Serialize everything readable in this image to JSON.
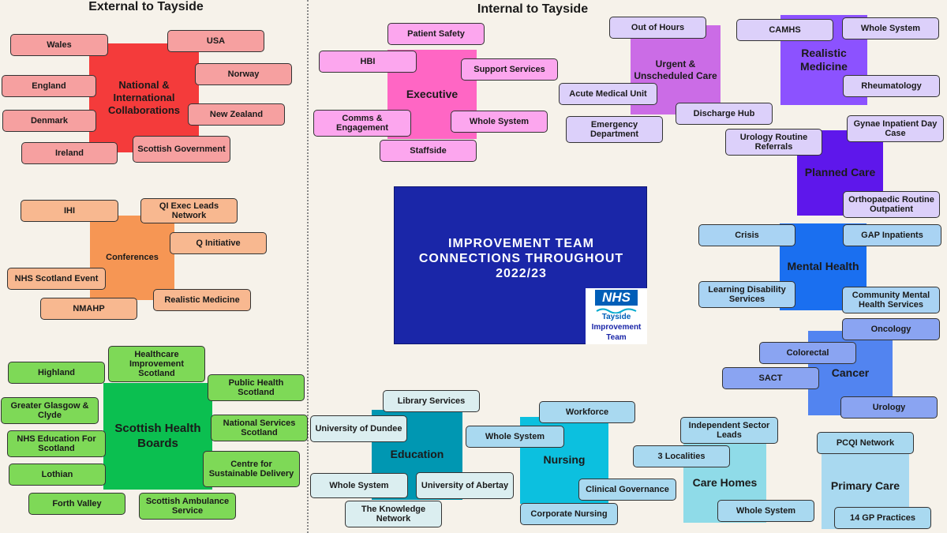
{
  "headings": {
    "external": "External to Tayside",
    "internal": "Internal to Tayside"
  },
  "center": {
    "title_lines": [
      "IMPROVEMENT TEAM",
      "CONNECTIONS THROUGHOUT",
      "2022/23"
    ]
  },
  "logo": {
    "mark": "NHS",
    "org": "Tayside",
    "unit_line1": "Improvement",
    "unit_line2": "Team"
  },
  "colors": {
    "national": "#f43b3b",
    "national_leaf": "#f6a0a0",
    "conferences": "#f69654",
    "conferences_leaf": "#f8b890",
    "boards": "#0bbf50",
    "boards_leaf": "#7ed957",
    "executive": "#ff66c4",
    "executive_leaf": "#fca6ee",
    "urgent": "#cb6ce6",
    "urgent_leaf": "#dcd0fa",
    "realistic": "#8c52ff",
    "realistic_leaf": "#dcd0fa",
    "planned": "#5e17eb",
    "planned_leaf": "#dcd0fa",
    "mental": "#1a6ff0",
    "mental_leaf": "#a9d3f3",
    "cancer": "#5284f0",
    "cancer_leaf": "#8aa4f2",
    "education": "#0097b2",
    "education_leaf": "#dbeef0",
    "nursing": "#0cc0df",
    "nursing_leaf": "#a9d9f0",
    "carehomes": "#8fdbe8",
    "carehomes_leaf": "#a9d9f0",
    "primary": "#a9d9f0",
    "primary_leaf": "#a9d9f0"
  },
  "groups": {
    "national": {
      "label": "National & International Collaborations",
      "items": [
        "Wales",
        "USA",
        "England",
        "Norway",
        "Denmark",
        "New Zealand",
        "Ireland",
        "Scottish Government"
      ]
    },
    "conferences": {
      "label": "Conferences",
      "items": [
        "IHI",
        "QI Exec Leads Network",
        "Q Initiative",
        "NHS Scotland Event",
        "Realistic Medicine",
        "NMAHP"
      ]
    },
    "boards": {
      "label": "Scottish Health Boards",
      "items": [
        "Highland",
        "Healthcare Improvement Scotland",
        "Public Health Scotland",
        "Greater Glasgow & Clyde",
        "National Services Scotland",
        "NHS Education For Scotland",
        "Centre for Sustainable Delivery",
        "Lothian",
        "Forth Valley",
        "Scottish Ambulance Service"
      ]
    },
    "executive": {
      "label": "Executive",
      "items": [
        "Patient Safety",
        "HBI",
        "Support Services",
        "Comms & Engagement",
        "Whole System",
        "Staffside"
      ]
    },
    "urgent": {
      "label": "Urgent & Unscheduled Care",
      "items": [
        "Out of Hours",
        "Acute Medical Unit",
        "Discharge Hub",
        "Emergency Department"
      ]
    },
    "realistic": {
      "label": "Realistic Medicine",
      "items": [
        "CAMHS",
        "Whole System",
        "Rheumatology"
      ]
    },
    "planned": {
      "label": "Planned Care",
      "items": [
        "Urology Routine Referrals",
        "Gynae Inpatient Day Case",
        "Orthopaedic Routine Outpatient"
      ]
    },
    "mental": {
      "label": "Mental Health",
      "items": [
        "Crisis",
        "GAP Inpatients",
        "Learning Disability Services",
        "Community Mental Health Services"
      ]
    },
    "cancer": {
      "label": "Cancer",
      "items": [
        "Oncology",
        "Colorectal",
        "SACT",
        "Urology"
      ]
    },
    "education": {
      "label": "Education",
      "items": [
        "Library Services",
        "University of Dundee",
        "Whole System",
        "University of Abertay",
        "The Knowledge Network"
      ]
    },
    "nursing": {
      "label": "Nursing",
      "items": [
        "Workforce",
        "Whole System",
        "Clinical Governance",
        "Corporate Nursing"
      ]
    },
    "carehomes": {
      "label": "Care Homes",
      "items": [
        "Independent Sector Leads",
        "3 Localities",
        "Whole System"
      ]
    },
    "primary": {
      "label": "Primary Care",
      "items": [
        "PCQI Network",
        "14 GP Practices"
      ]
    }
  }
}
